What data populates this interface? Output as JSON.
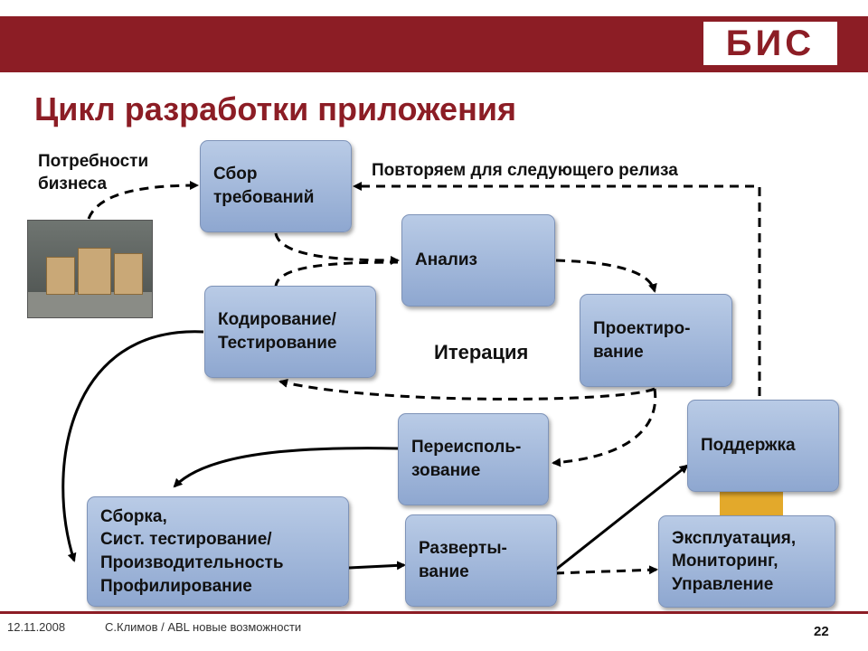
{
  "logo": {
    "text": "БИС"
  },
  "title": "Цикл разработки приложения",
  "labels": {
    "business_needs": [
      "Потребности",
      "бизнеса"
    ],
    "repeat": "Повторяем для следующего релиза",
    "iteration": "Итерация"
  },
  "boxes": {
    "requirements": [
      "Сбор",
      "требований"
    ],
    "analysis": [
      "Анализ"
    ],
    "coding": [
      "Кодирование/",
      "Тестирование"
    ],
    "design": [
      "Проектиро-",
      "вание"
    ],
    "reuse": [
      "Переисполь-",
      "зование"
    ],
    "support": [
      "Поддержка"
    ],
    "build": [
      "Сборка,",
      "Сист. тестирование/",
      "Производительность",
      "Профилирование"
    ],
    "deploy": [
      "Разверты-",
      "вание"
    ],
    "operation": [
      "Эксплуатация,",
      "Мониторинг,",
      "Управление"
    ]
  },
  "footer": {
    "date": "12.11.2008",
    "author": "С.Климов  / ABL новые возможности",
    "page": "22"
  },
  "colors": {
    "accent": "#8c1d25",
    "box": "#a6bbdd"
  }
}
